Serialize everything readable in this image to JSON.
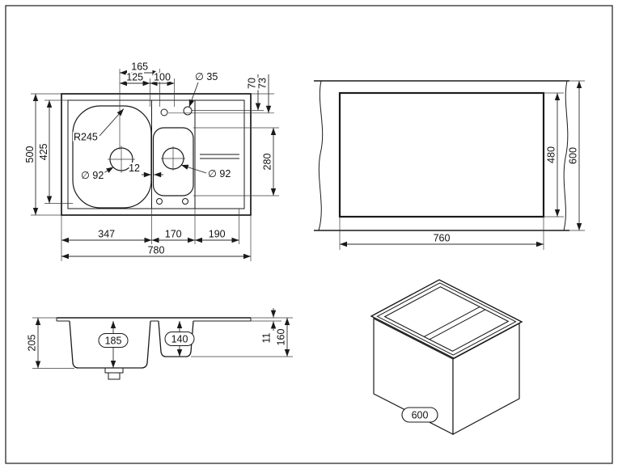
{
  "plan_view": {
    "dims": {
      "w165": "165",
      "w125": "125",
      "w100": "100",
      "dia_tap": "∅ 35",
      "h70": "70",
      "h73": "73",
      "h500": "500",
      "h425": "425",
      "r_bowl": "R245",
      "dia_drain_left": "∅ 92",
      "w12": "12",
      "dia_drain_right": "∅ 92",
      "h280": "280",
      "w347": "347",
      "w170": "170",
      "w190": "190",
      "w780": "780"
    }
  },
  "cutout_view": {
    "dims": {
      "w760": "760",
      "h480": "480",
      "h600": "600"
    }
  },
  "section_view": {
    "dims": {
      "h205": "205",
      "depth_main": "185",
      "depth_small": "140",
      "h11": "11",
      "h160": "160"
    }
  },
  "iso_view": {
    "dims": {
      "w600": "600"
    }
  }
}
